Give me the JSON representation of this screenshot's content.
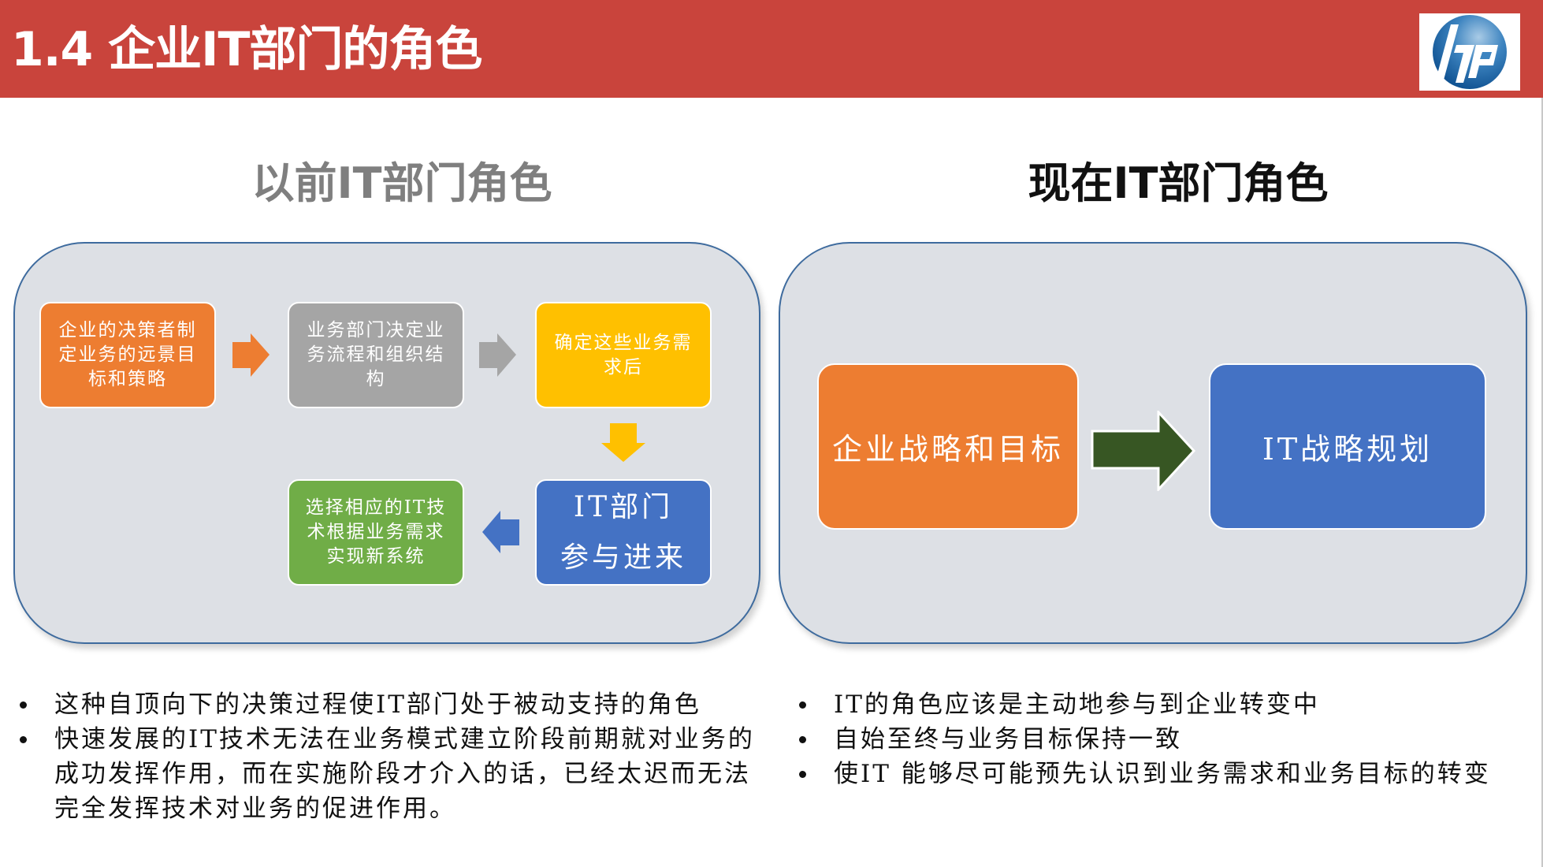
{
  "header": {
    "title": "1.4 企业IT部门的角色",
    "logo": "hp-logo",
    "background_color": "#c9443c"
  },
  "left_section": {
    "title": "以前IT部门角色",
    "flow": {
      "boxes": [
        {
          "id": "step1",
          "text": "企业的决策者制定业务的远景目标和策略",
          "color": "#ed7d31"
        },
        {
          "id": "step2",
          "text": "业务部门决定业务流程和组织结构",
          "color": "#a5a5a5"
        },
        {
          "id": "step3",
          "text": "确定这些业务需求后",
          "color": "#ffc000"
        },
        {
          "id": "step4",
          "line1": "IT部门",
          "line2": "参与进来",
          "color": "#4472c4"
        },
        {
          "id": "step5",
          "text": "选择相应的IT技术根据业务需求实现新系统",
          "color": "#70ad47"
        }
      ],
      "arrows": [
        {
          "from": "step1",
          "to": "step2",
          "direction": "right",
          "color": "#ed7d31"
        },
        {
          "from": "step2",
          "to": "step3",
          "direction": "right",
          "color": "#a5a5a5"
        },
        {
          "from": "step3",
          "to": "step4",
          "direction": "down",
          "color": "#ffc000"
        },
        {
          "from": "step4",
          "to": "step5",
          "direction": "left",
          "color": "#4472c4"
        }
      ]
    },
    "bullets": [
      "这种自顶向下的决策过程使IT部门处于被动支持的角色",
      "快速发展的IT技术无法在业务模式建立阶段前期就对业务的成功发挥作用，而在实施阶段才介入的话，已经太迟而无法完全发挥技术对业务的促进作用。"
    ]
  },
  "right_section": {
    "title": "现在IT部门角色",
    "flow": {
      "boxes": [
        {
          "id": "biz",
          "text": "企业战略和目标",
          "color": "#ed7d31"
        },
        {
          "id": "it",
          "text": "IT战略规划",
          "color": "#4472c4"
        }
      ],
      "arrows": [
        {
          "from": "biz",
          "to": "it",
          "direction": "right",
          "color": "#375623"
        }
      ]
    },
    "bullets": [
      "IT的角色应该是主动地参与到企业转变中",
      "自始至终与业务目标保持一致",
      "使IT 能够尽可能预先认识到业务需求和业务目标的转变"
    ]
  }
}
